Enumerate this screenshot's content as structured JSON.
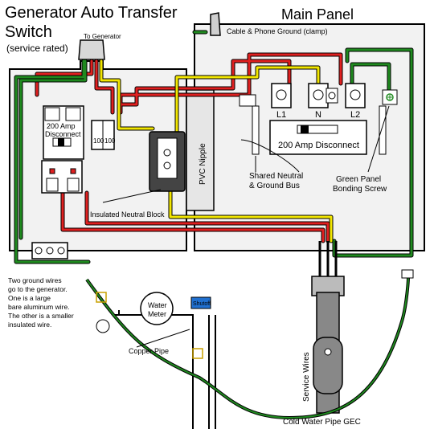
{
  "title": {
    "line1": "Generator Auto Transfer",
    "line2": "Switch",
    "line3": "(service rated)"
  },
  "main_panel_title": "Main Panel",
  "labels": {
    "to_generator": "To Generator",
    "cable_phone_ground": "Cable & Phone Ground (clamp)",
    "disconnect_200_line1": "200 Amp",
    "disconnect_200_line2": "Disconnect",
    "breaker_100_a": "100",
    "breaker_100_b": "100",
    "insulated_neutral_block": "Insulated Neutral Block",
    "pvc_nipple": "PVC Nipple",
    "l1": "L1",
    "n": "N",
    "l2": "L2",
    "main_disconnect": "200 Amp Disconnect",
    "shared_neutral_line1": "Shared Neutral",
    "shared_neutral_line2": "& Ground Bus",
    "green_bonding_line1": "Green Panel",
    "green_bonding_line2": "Bonding Screw",
    "ground_note": [
      "Two ground wires",
      "go to the generator.",
      "One is a large",
      "bare aluminum wire.",
      "The other is a smaller",
      "insulated wire."
    ],
    "water_meter_line1": "Water",
    "water_meter_line2": "Meter",
    "shutoff": "Shutoff",
    "copper_pipe": "Copper Pipe",
    "service_wires": "Service Wires",
    "cold_water_gec": "Cold Water Pipe GEC"
  },
  "colors": {
    "hot": "#e02020",
    "neutral": "#f2e600",
    "ground": "#1f8a1f",
    "panel_fill": "#f2f2f2",
    "pvc_fill": "#e6e6e6"
  }
}
